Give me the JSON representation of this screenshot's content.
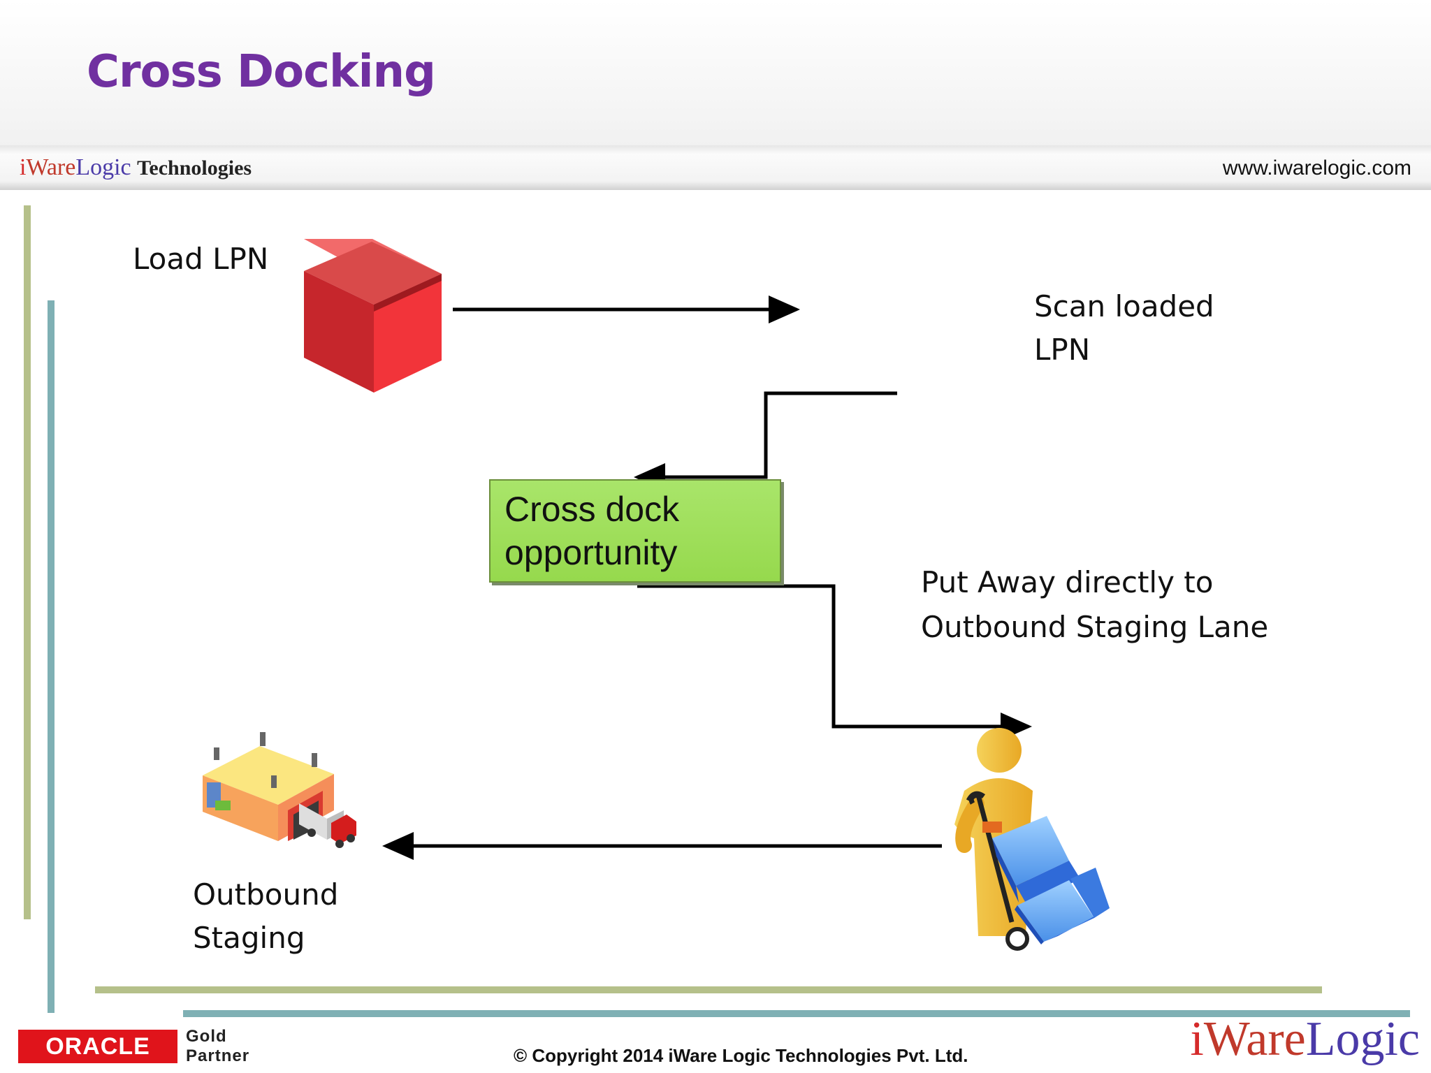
{
  "title": "Cross Docking",
  "header": {
    "brand": {
      "i": "i",
      "ware": "Ware",
      "logic": "Logic",
      "suffix": "Technologies"
    },
    "website": "www.iwarelogic.com"
  },
  "diagram": {
    "load_lpn": "Load LPN",
    "scan_loaded_lpn": "Scan loaded\nLPN",
    "cross_dock_opportunity": "Cross dock\nopportunity",
    "put_away": "Put Away directly to\nOutbound Staging Lane",
    "outbound_staging": "Outbound\nStaging"
  },
  "icons": {
    "box": "red-box-icon",
    "warehouse": "warehouse-truck-icon",
    "worker": "worker-hand-truck-icon"
  },
  "colors": {
    "title": "#7030a0",
    "green_box": "#9bdc54",
    "accent_bar_green": "#b5c08a",
    "accent_bar_teal": "#7fb0b4",
    "oracle_red": "#e0141b"
  },
  "footer": {
    "oracle": "ORACLE",
    "partner": "Gold\nPartner",
    "copyright": "© Copyright 2014 iWare Logic Technologies Pvt. Ltd.",
    "brand": {
      "i": "i",
      "ware": "Ware",
      "logic": "Logic"
    }
  }
}
